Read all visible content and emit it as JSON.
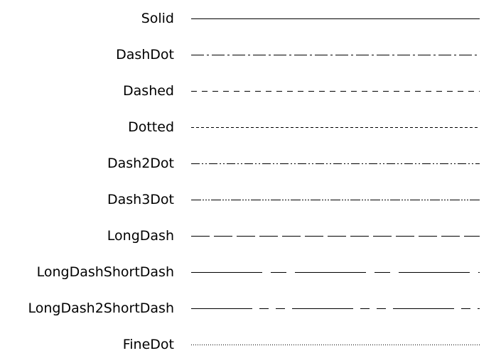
{
  "line_color": "#000000",
  "background": "#ffffff",
  "styles": [
    {
      "name": "Solid",
      "pattern": []
    },
    {
      "name": "DashDot",
      "pattern": [
        18,
        4,
        3,
        4
      ]
    },
    {
      "name": "Dashed",
      "pattern": [
        8,
        7
      ]
    },
    {
      "name": "Dotted",
      "pattern": [
        4,
        3
      ]
    },
    {
      "name": "Dash2Dot",
      "pattern": [
        12,
        3,
        2,
        3,
        2,
        3
      ]
    },
    {
      "name": "Dash3Dot",
      "pattern": [
        14,
        2,
        2,
        2,
        2,
        2,
        2,
        2
      ]
    },
    {
      "name": "LongDash",
      "pattern": [
        26,
        6
      ]
    },
    {
      "name": "LongDashShortDash",
      "pattern": [
        100,
        12,
        22,
        12
      ]
    },
    {
      "name": "LongDash2ShortDash",
      "pattern": [
        86,
        10,
        13,
        10,
        13,
        10
      ]
    },
    {
      "name": "FineDot",
      "pattern": [
        1,
        2
      ]
    }
  ]
}
